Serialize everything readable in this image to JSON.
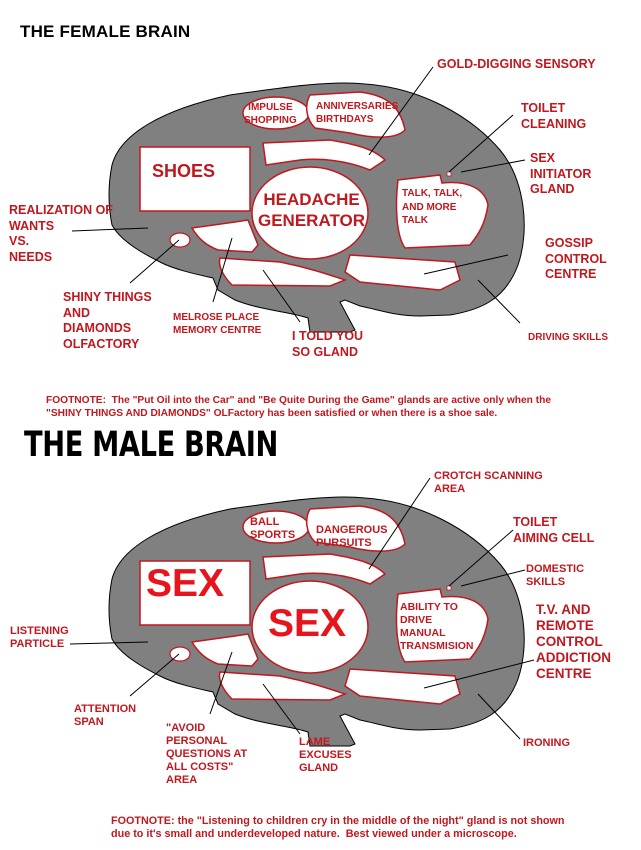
{
  "colors": {
    "label_red": "#c0181f",
    "brain_gray": "#808080",
    "region_outline": "#c0181f",
    "title_black": "#000000"
  },
  "female": {
    "title": "THE FEMALE BRAIN",
    "regions": {
      "impulse_shopping": "IMPULSE\nSHOPPING",
      "anniversaries": "ANNIVERSARIES\nBIRTHDAYS",
      "shoes": "SHOES",
      "headache": "HEADACHE\nGENERATOR",
      "talk": "TALK, TALK,\nAND MORE\nTALK"
    },
    "labels": {
      "gold_digging": "GOLD-DIGGING SENSORY",
      "toilet_cleaning": "TOILET\nCLEANING",
      "sex_initiator": "SEX\nINITIATOR\nGLAND",
      "realization": "REALIZATION OF\nWANTS\nVS.\nNEEDS",
      "gossip": "GOSSIP\nCONTROL\nCENTRE",
      "shiny_things": "SHINY THINGS\nAND\nDIAMONDS\nOLFACTORY",
      "melrose": "MELROSE PLACE\nMEMORY CENTRE",
      "told_you": "I TOLD YOU\nSO GLAND",
      "driving": "DRIVING SKILLS"
    },
    "footnote": "FOOTNOTE:  The \"Put Oil into the Car\" and \"Be Quite During the Game\" glands are active only when the\n\"SHINY THINGS AND DIAMONDS\" OLFactory has been satisfied or when there is a shoe sale."
  },
  "male": {
    "title": "THE MALE BRAIN",
    "regions": {
      "ball_sports": "BALL\nSPORTS",
      "dangerous": "DANGEROUS\nPURSUITS",
      "sex_box": "SEX",
      "sex_circle": "SEX",
      "ability": "ABILITY TO\nDRIVE\nMANUAL\nTRANSMISION"
    },
    "labels": {
      "crotch": "CROTCH SCANNING\nAREA",
      "toilet_aiming": "TOILET\nAIMING CELL",
      "domestic": "DOMESTIC\nSKILLS",
      "tv": "T.V. AND\nREMOTE\nCONTROL\nADDICTION\nCENTRE",
      "listening": "LISTENING\nPARTICLE",
      "attention": "ATTENTION\nSPAN",
      "avoid": "\"AVOID\nPERSONAL\nQUESTIONS AT\nALL COSTS\"\nAREA",
      "lame": "LAME\nEXCUSES\nGLAND",
      "ironing": "IRONING"
    },
    "footnote": "FOOTNOTE: the \"Listening to children cry in the middle of the night\" gland is not shown\ndue to it's small and underdeveloped nature.  Best viewed under a microscope."
  }
}
